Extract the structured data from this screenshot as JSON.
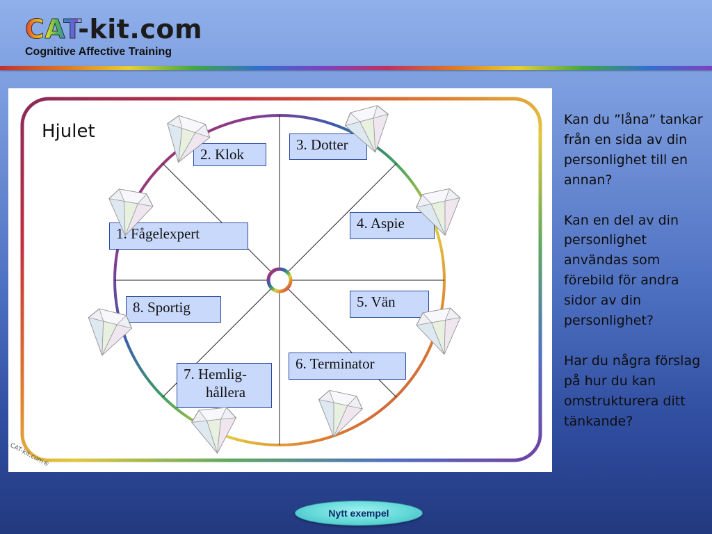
{
  "header": {
    "logo_brand": "CAT",
    "logo_rest": "-kit.com",
    "logo_tagline": "Cognitive Affective Training"
  },
  "wheel": {
    "title": "Hjulet",
    "watermark": "CAT-kit.com®",
    "segments": [
      {
        "label": "1. Fågelexpert"
      },
      {
        "label": "2. Klok"
      },
      {
        "label": "3. Dotter"
      },
      {
        "label": "4. Aspie"
      },
      {
        "label": "5. Vän"
      },
      {
        "label": "6. Terminator"
      },
      {
        "label_line1": "7. Hemlig-",
        "label_line2": "hållera"
      },
      {
        "label": "8. Sportig"
      }
    ],
    "gem_icon": "diamond-gem-icon"
  },
  "questions": [
    "Kan du ”låna” tankar från en sida av din personlighet till en annan?",
    "Kan en del av din personlighet användas som förebild för andra sidor av din personlighet?",
    "Har du några förslag på hur du kan omstrukturera ditt tänkande?"
  ],
  "nav": {
    "next_label": "Nytt exempel"
  },
  "colors": {
    "box_fill": "#c9d9fb",
    "box_border": "#2a4aa0",
    "button": "#63d8d8"
  }
}
